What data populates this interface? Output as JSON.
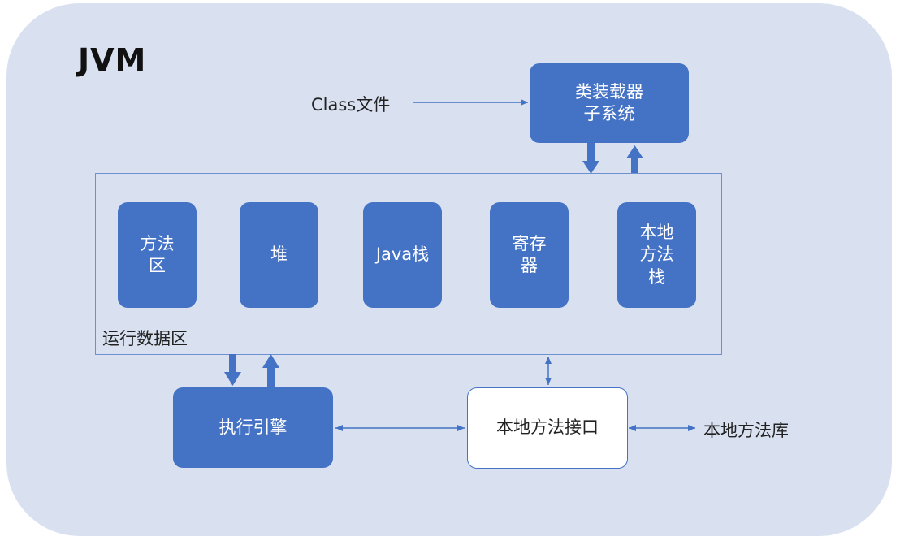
{
  "title": "JVM",
  "class_file_label": "Class文件",
  "class_loader": "类装载器\n子系统",
  "runtime_data_area": {
    "label": "运行数据区",
    "items": [
      "方法\n区",
      "堆",
      "Java栈",
      "寄存\n器",
      "本地\n方法\n栈"
    ]
  },
  "execution_engine": "执行引擎",
  "native_interface": "本地方法接口",
  "native_library_label": "本地方法库",
  "colors": {
    "background": "#d9e1f1",
    "box_fill": "#4472c4",
    "box_text": "#ffffff",
    "line": "#4472c4"
  }
}
